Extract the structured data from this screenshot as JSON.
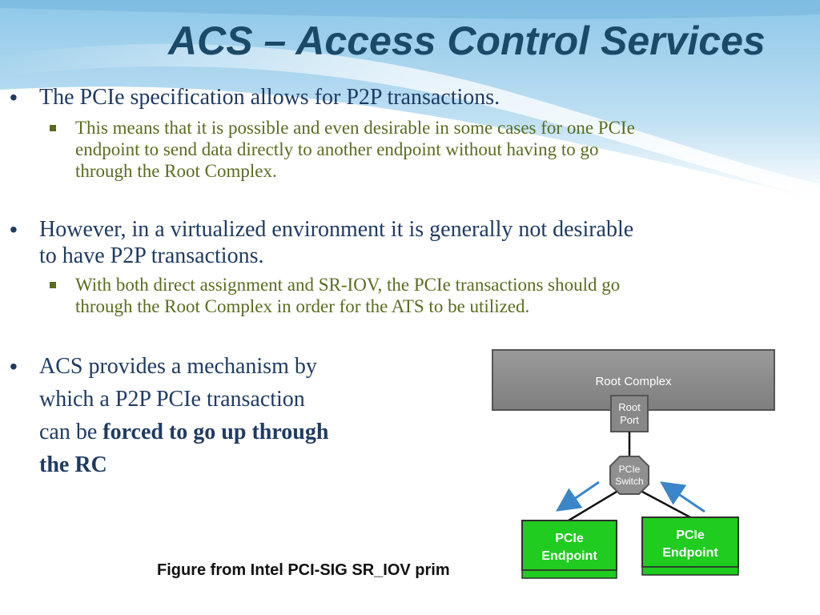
{
  "slide": {
    "title": "ACS – Access Control Services",
    "bullets": [
      {
        "text": "The PCIe specification allows for P2P transactions.",
        "sub": [
          "This means that it is possible and even desirable in some cases for one PCIe",
          "endpoint to send data directly to another endpoint without having to go",
          "through the Root Complex."
        ]
      },
      {
        "lines": [
          "However, in a virtualized environment it is generally not desirable",
          "to have P2P transactions."
        ],
        "sub": [
          "With both direct assignment and SR-IOV, the PCIe transactions should go",
          "through the Root Complex in order for the ATS to be utilized."
        ]
      }
    ],
    "bullet3": {
      "line1": "ACS provides a mechanism by",
      "line2": "which  a P2P PCIe transaction",
      "line3_prefix": "can be ",
      "line3_bold": "forced to go up through",
      "line4_bold": "the RC"
    },
    "caption": "Figure from Intel PCI-SIG SR_IOV prim"
  },
  "diagram": {
    "root_complex": "Root Complex",
    "root_port": [
      "Root",
      "Port"
    ],
    "switch": [
      "PCIe",
      "Switch"
    ],
    "endpoint_left": [
      "PCIe",
      "Endpoint"
    ],
    "endpoint_right": [
      "PCIe",
      "Endpoint"
    ]
  },
  "colors": {
    "title": "#1b4968",
    "bullet_text": "#1f3b63",
    "sub_text": "#596c1f",
    "endpoint_green": "#1fcc1f",
    "arrow_blue": "#3a86c8"
  }
}
